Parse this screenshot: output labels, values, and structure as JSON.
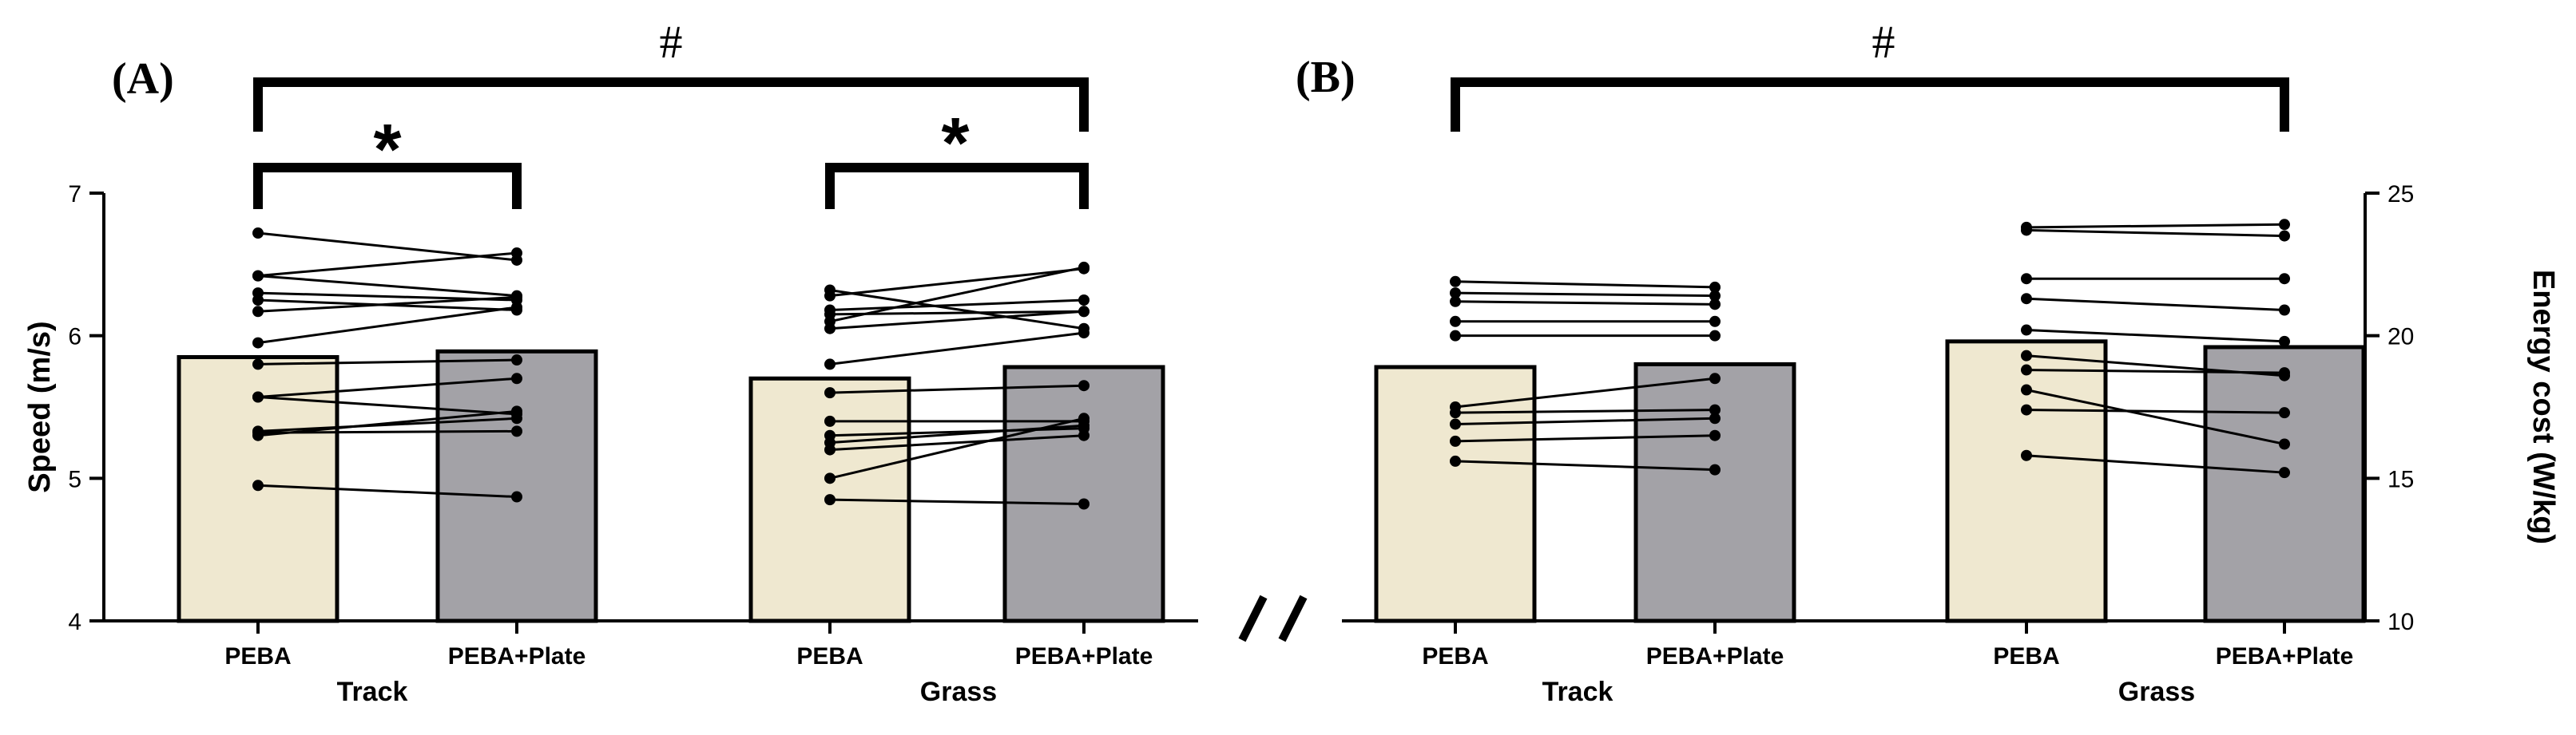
{
  "colors": {
    "peba": "#efe8d0",
    "peba_plate": "#a3a2a7",
    "ink": "#000000"
  },
  "chart_data": [
    {
      "type": "bar",
      "panel_label": "(A)",
      "ylabel": "Speed (m/s)",
      "ylim": [
        4,
        7
      ],
      "yticks": [
        "4",
        "5",
        "6",
        "7"
      ],
      "groups": [
        {
          "name": "Track",
          "categories": [
            "PEBA",
            "PEBA+Plate"
          ],
          "bar_values": [
            5.85,
            5.89
          ],
          "paired_values": [
            [
              6.72,
              6.53
            ],
            [
              6.42,
              6.58
            ],
            [
              6.42,
              6.28
            ],
            [
              6.3,
              6.25
            ],
            [
              6.25,
              6.18
            ],
            [
              6.17,
              6.27
            ],
            [
              5.95,
              6.2
            ],
            [
              5.8,
              5.83
            ],
            [
              5.57,
              5.7
            ],
            [
              5.57,
              5.45
            ],
            [
              5.33,
              5.42
            ],
            [
              5.32,
              5.33
            ],
            [
              5.3,
              5.47
            ],
            [
              4.95,
              4.87
            ]
          ],
          "significance": "*"
        },
        {
          "name": "Grass",
          "categories": [
            "PEBA",
            "PEBA+Plate"
          ],
          "bar_values": [
            5.7,
            5.78
          ],
          "paired_values": [
            [
              6.32,
              6.05
            ],
            [
              6.28,
              6.47
            ],
            [
              6.18,
              6.25
            ],
            [
              6.15,
              6.17
            ],
            [
              6.1,
              6.48
            ],
            [
              6.05,
              6.17
            ],
            [
              5.8,
              6.02
            ],
            [
              5.6,
              5.65
            ],
            [
              5.4,
              5.4
            ],
            [
              5.3,
              5.35
            ],
            [
              5.25,
              5.37
            ],
            [
              5.2,
              5.3
            ],
            [
              5.0,
              5.42
            ],
            [
              4.85,
              4.82
            ]
          ],
          "significance": "*"
        }
      ],
      "overall_significance": "#"
    },
    {
      "type": "bar",
      "panel_label": "(B)",
      "ylabel": "Energy cost (W/kg)",
      "ylim": [
        10,
        25
      ],
      "yticks": [
        "10",
        "15",
        "20",
        "25"
      ],
      "groups": [
        {
          "name": "Track",
          "categories": [
            "PEBA",
            "PEBA+Plate"
          ],
          "bar_values": [
            18.9,
            19.0
          ],
          "paired_values": [
            [
              21.9,
              21.7
            ],
            [
              21.5,
              21.4
            ],
            [
              21.2,
              21.1
            ],
            [
              20.5,
              20.5
            ],
            [
              20.0,
              20.0
            ],
            [
              17.5,
              18.5
            ],
            [
              17.3,
              17.4
            ],
            [
              16.9,
              17.1
            ],
            [
              16.3,
              16.5
            ],
            [
              15.6,
              15.3
            ]
          ]
        },
        {
          "name": "Grass",
          "categories": [
            "PEBA",
            "PEBA+Plate"
          ],
          "bar_values": [
            19.8,
            19.6
          ],
          "paired_values": [
            [
              23.8,
              23.9
            ],
            [
              23.7,
              23.5
            ],
            [
              22.0,
              22.0
            ],
            [
              21.3,
              20.9
            ],
            [
              20.2,
              19.8
            ],
            [
              19.3,
              18.6
            ],
            [
              18.8,
              18.7
            ],
            [
              18.1,
              16.2
            ],
            [
              17.4,
              17.3
            ],
            [
              15.8,
              15.2
            ]
          ]
        }
      ],
      "overall_significance": "#"
    }
  ]
}
